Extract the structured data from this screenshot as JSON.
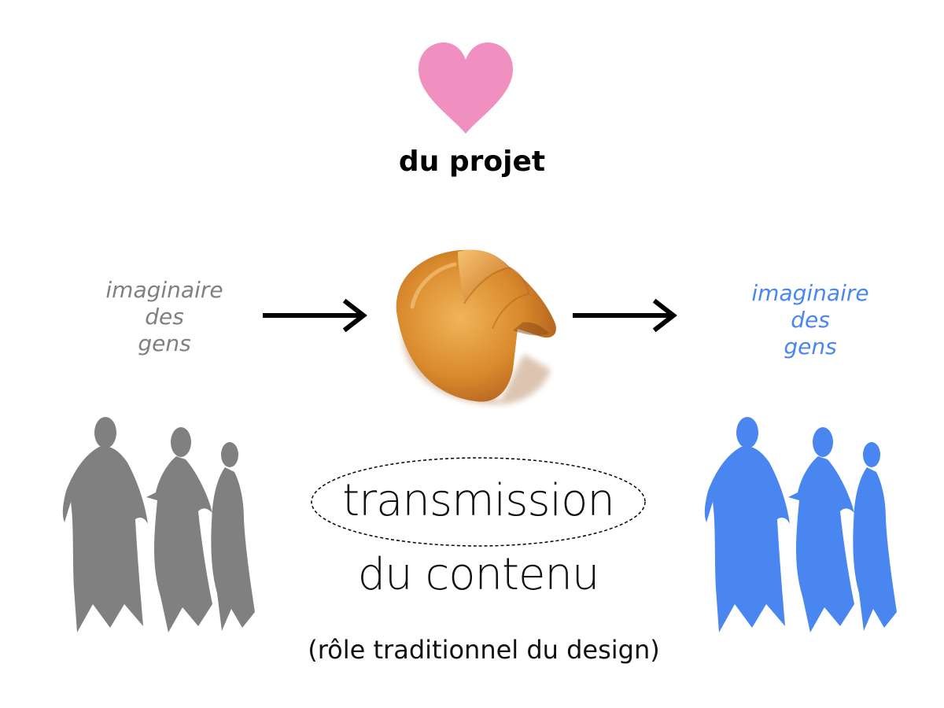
{
  "top": {
    "title": "du projet",
    "heart_color": "#f090c0",
    "heart_icon": "heart-icon"
  },
  "left_group": {
    "label_lines": [
      "imaginaire",
      "des",
      "gens"
    ],
    "color": "#808080"
  },
  "right_group": {
    "label_lines": [
      "imaginaire",
      "des",
      "gens"
    ],
    "color": "#4a86f0"
  },
  "center": {
    "object_icon": "fortune-cookie-image",
    "arrow_icon": "arrow-right-icon"
  },
  "bottom": {
    "line1": "transmission",
    "line2": "du contenu",
    "subtitle": "(rôle traditionnel du design)"
  }
}
